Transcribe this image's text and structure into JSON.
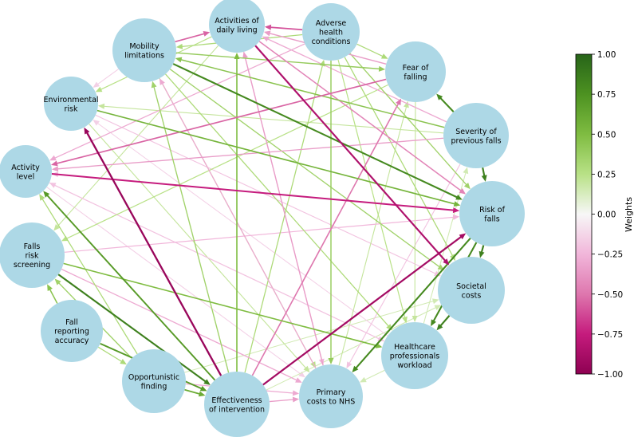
{
  "nodes": [
    {
      "id": "adl",
      "lines": [
        "Activities of",
        "daily living"
      ]
    },
    {
      "id": "adverse",
      "lines": [
        "Adverse",
        "health",
        "conditions"
      ]
    },
    {
      "id": "fear",
      "lines": [
        "Fear of",
        "falling"
      ]
    },
    {
      "id": "severity",
      "lines": [
        "Severity of",
        "previous falls"
      ]
    },
    {
      "id": "risk",
      "lines": [
        "Risk of",
        "falls"
      ]
    },
    {
      "id": "societal",
      "lines": [
        "Societal",
        "costs"
      ]
    },
    {
      "id": "hcp",
      "lines": [
        "Healthcare",
        "professionals",
        "workload"
      ]
    },
    {
      "id": "primary",
      "lines": [
        "Primary",
        "costs to NHS"
      ]
    },
    {
      "id": "effect",
      "lines": [
        "Effectiveness",
        "of intervention"
      ]
    },
    {
      "id": "opport",
      "lines": [
        "Opportunistic",
        "finding"
      ]
    },
    {
      "id": "report",
      "lines": [
        "Fall",
        "reporting",
        "accuracy"
      ]
    },
    {
      "id": "screen",
      "lines": [
        "Falls",
        "risk",
        "screening"
      ]
    },
    {
      "id": "activity",
      "lines": [
        "Activity",
        "level"
      ]
    },
    {
      "id": "env",
      "lines": [
        "Environmental",
        "risk"
      ]
    },
    {
      "id": "mobility",
      "lines": [
        "Mobility",
        "limitations"
      ]
    }
  ],
  "edges": [
    {
      "from": "adverse",
      "to": "adl",
      "w": -0.6
    },
    {
      "from": "mobility",
      "to": "adl",
      "w": -0.55
    },
    {
      "from": "adverse",
      "to": "fear",
      "w": 0.3
    },
    {
      "from": "adverse",
      "to": "risk",
      "w": 0.35
    },
    {
      "from": "adverse",
      "to": "primary",
      "w": 0.4
    },
    {
      "from": "adverse",
      "to": "societal",
      "w": 0.3
    },
    {
      "from": "adverse",
      "to": "hcp",
      "w": 0.25
    },
    {
      "from": "adverse",
      "to": "activity",
      "w": -0.3
    },
    {
      "from": "adverse",
      "to": "mobility",
      "w": 0.3
    },
    {
      "from": "adl",
      "to": "societal",
      "w": -0.85
    },
    {
      "from": "adl",
      "to": "risk",
      "w": -0.45
    },
    {
      "from": "adl",
      "to": "primary",
      "w": -0.25
    },
    {
      "from": "adl",
      "to": "env",
      "w": 0.25
    },
    {
      "from": "adl",
      "to": "screen",
      "w": 0.2
    },
    {
      "from": "mobility",
      "to": "risk",
      "w": 0.8
    },
    {
      "from": "mobility",
      "to": "fear",
      "w": 0.4
    },
    {
      "from": "mobility",
      "to": "societal",
      "w": 0.35
    },
    {
      "from": "mobility",
      "to": "hcp",
      "w": 0.3
    },
    {
      "from": "mobility",
      "to": "primary",
      "w": 0.25
    },
    {
      "from": "mobility",
      "to": "env",
      "w": -0.15
    },
    {
      "from": "severity",
      "to": "fear",
      "w": 0.8
    },
    {
      "from": "severity",
      "to": "risk",
      "w": 0.85
    },
    {
      "from": "severity",
      "to": "activity",
      "w": -0.35
    },
    {
      "from": "severity",
      "to": "mobility",
      "w": 0.45
    },
    {
      "from": "severity",
      "to": "adl",
      "w": -0.3
    },
    {
      "from": "severity",
      "to": "env",
      "w": 0.2
    },
    {
      "from": "severity",
      "to": "primary",
      "w": -0.2
    },
    {
      "from": "risk",
      "to": "societal",
      "w": 0.85
    },
    {
      "from": "risk",
      "to": "hcp",
      "w": 0.8
    },
    {
      "from": "risk",
      "to": "primary",
      "w": 0.8
    },
    {
      "from": "risk",
      "to": "activity",
      "w": -0.2
    },
    {
      "from": "societal",
      "to": "hcp",
      "w": 0.85
    },
    {
      "from": "activity",
      "to": "risk",
      "w": -0.75
    },
    {
      "from": "activity",
      "to": "hcp",
      "w": -0.2
    },
    {
      "from": "activity",
      "to": "primary",
      "w": -0.15
    },
    {
      "from": "fear",
      "to": "activity",
      "w": -0.55
    },
    {
      "from": "fear",
      "to": "adl",
      "w": -0.35
    },
    {
      "from": "fear",
      "to": "hcp",
      "w": 0.2
    },
    {
      "from": "fear",
      "to": "screen",
      "w": 0.25
    },
    {
      "from": "env",
      "to": "risk",
      "w": 0.55
    },
    {
      "from": "env",
      "to": "primary",
      "w": 0.2
    },
    {
      "from": "env",
      "to": "societal",
      "w": -0.2
    },
    {
      "from": "effect",
      "to": "risk",
      "w": -0.9
    },
    {
      "from": "effect",
      "to": "env",
      "w": -0.95
    },
    {
      "from": "effect",
      "to": "activity",
      "w": 0.7
    },
    {
      "from": "effect",
      "to": "adl",
      "w": 0.5
    },
    {
      "from": "effect",
      "to": "fear",
      "w": -0.5
    },
    {
      "from": "effect",
      "to": "mobility",
      "w": 0.35
    },
    {
      "from": "effect",
      "to": "adverse",
      "w": 0.3
    },
    {
      "from": "effect",
      "to": "primary",
      "w": -0.35
    },
    {
      "from": "effect",
      "to": "societal",
      "w": 0.15
    },
    {
      "from": "screen",
      "to": "effect",
      "w": 0.85
    },
    {
      "from": "screen",
      "to": "hcp",
      "w": 0.5
    },
    {
      "from": "screen",
      "to": "primary",
      "w": -0.3
    },
    {
      "from": "screen",
      "to": "risk",
      "w": -0.25
    },
    {
      "from": "report",
      "to": "effect",
      "w": 0.7
    },
    {
      "from": "report",
      "to": "screen",
      "w": 0.45
    },
    {
      "from": "report",
      "to": "opport",
      "w": 0.3
    },
    {
      "from": "opport",
      "to": "effect",
      "w": 0.6
    },
    {
      "from": "opport",
      "to": "screen",
      "w": 0.35
    },
    {
      "from": "opport",
      "to": "activity",
      "w": 0.3
    },
    {
      "from": "opport",
      "to": "primary",
      "w": -0.3
    },
    {
      "from": "opport",
      "to": "societal",
      "w": 0.15
    },
    {
      "from": "primary",
      "to": "fear",
      "w": 0.2
    },
    {
      "from": "primary",
      "to": "mobility",
      "w": -0.3
    },
    {
      "from": "primary",
      "to": "adl",
      "w": -0.35
    },
    {
      "from": "hcp",
      "to": "primary",
      "w": 0.15
    },
    {
      "from": "hcp",
      "to": "activity",
      "w": -0.2
    },
    {
      "from": "hcp",
      "to": "severity",
      "w": 0.15
    },
    {
      "from": "hcp",
      "to": "env",
      "w": -0.15
    }
  ],
  "colorbar": {
    "label": "Weights",
    "min": -1.0,
    "max": 1.0,
    "ticks": [
      "1.00",
      "0.75",
      "0.50",
      "0.25",
      "0.00",
      "−0.25",
      "−0.50",
      "−0.75",
      "−1.00"
    ],
    "tick_values": [
      1.0,
      0.75,
      0.5,
      0.25,
      0.0,
      -0.25,
      -0.5,
      -0.75,
      -1.0
    ],
    "colors": {
      "negative": "#8e0152",
      "neutral": "#f7f7f7",
      "positive": "#276419"
    }
  },
  "node_color": "#add8e6"
}
